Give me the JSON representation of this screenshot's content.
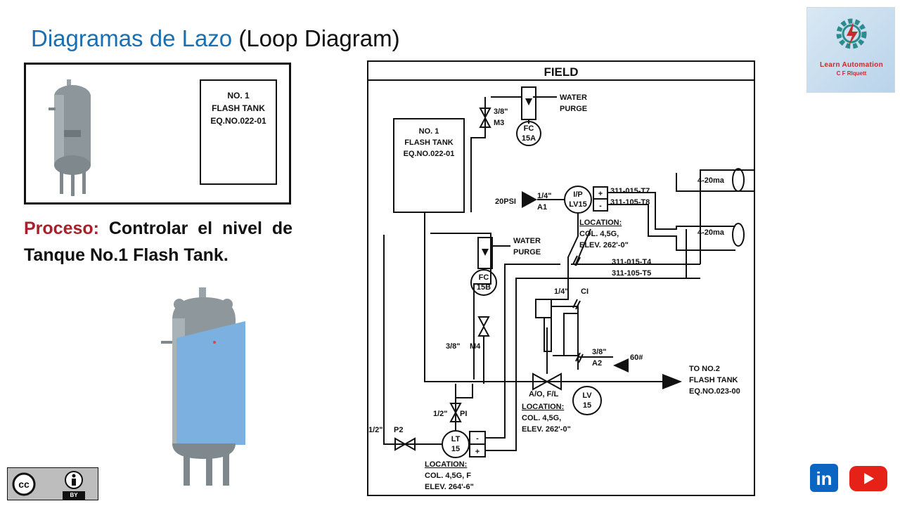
{
  "header": {
    "title_colored": "Diagramas de Lazo",
    "title_rest": "(Loop Diagram)"
  },
  "tank_card": {
    "line1": "NO. 1",
    "line2": "FLASH TANK",
    "line3": "EQ.NO.022-01"
  },
  "process": {
    "label": "Proceso:",
    "text": "Controlar el nivel de Tanque No.1 Flash Tank."
  },
  "diagram": {
    "header": "FIELD",
    "tank": {
      "line1": "NO. 1",
      "line2": "FLASH TANK",
      "line3": "EQ.NO.022-01"
    },
    "water_purge_top": {
      "line1": "WATER",
      "line2": "PURGE"
    },
    "water_purge_mid": {
      "line1": "WATER",
      "line2": "PURGE"
    },
    "fc15a": {
      "tag": "FC",
      "num": "15A"
    },
    "fc15b": {
      "tag": "FC",
      "num": "15B"
    },
    "iplv15": {
      "tag": "I/P",
      "num": "LV15"
    },
    "lv15": {
      "tag": "LV",
      "num": "15"
    },
    "lt15": {
      "tag": "LT",
      "num": "15"
    },
    "m3": {
      "size": "3/8\"",
      "name": "M3"
    },
    "m4": {
      "size": "3/8\"",
      "name": "M4"
    },
    "a1": {
      "size": "1/4\"",
      "name": "A1"
    },
    "a2": {
      "size": "3/8\"",
      "name": "A2"
    },
    "pi": {
      "size": "1/2\"",
      "name": "PI"
    },
    "p2": {
      "size": "1/2\"",
      "name": "P2"
    },
    "supply_20psi": "20PSI",
    "supply_60": "60#",
    "ci": {
      "size": "1/4\"",
      "name": "CI"
    },
    "wires": [
      "311-015-T7",
      "311-105-T8",
      "311-015-T4",
      "311-105-T5"
    ],
    "signal_top": "4-20ma",
    "signal_bot": "4-20ma",
    "loc_iplv": {
      "title": "LOCATION:",
      "l1": "COL. 4,5G,",
      "l2": "ELEV. 262'-0\""
    },
    "loc_lv": {
      "title": "LOCATION:",
      "l1": "COL. 4,5G,",
      "l2": "ELEV. 262'-0\""
    },
    "loc_lt": {
      "title": "LOCATION:",
      "l1": "COL. 4,5G, F",
      "l2": "ELEV. 264'-6\""
    },
    "valve_ao": "A/O, F/L",
    "to_tank": {
      "l1": "TO NO.2",
      "l2": "FLASH TANK",
      "l3": "EQ.NO.023-00"
    },
    "plus": "+",
    "minus": "-"
  },
  "brand": {
    "name": "Learn Automation",
    "sub": "C F Rlquett"
  },
  "license": {
    "cc": "cc",
    "by": "BY"
  },
  "social": {
    "linkedin": "in"
  },
  "colors": {
    "title_blue": "#1b6fb0",
    "proceso_red": "#a8202a",
    "tank_gray": "#8e979b",
    "water_blue": "#6fa8dc"
  }
}
